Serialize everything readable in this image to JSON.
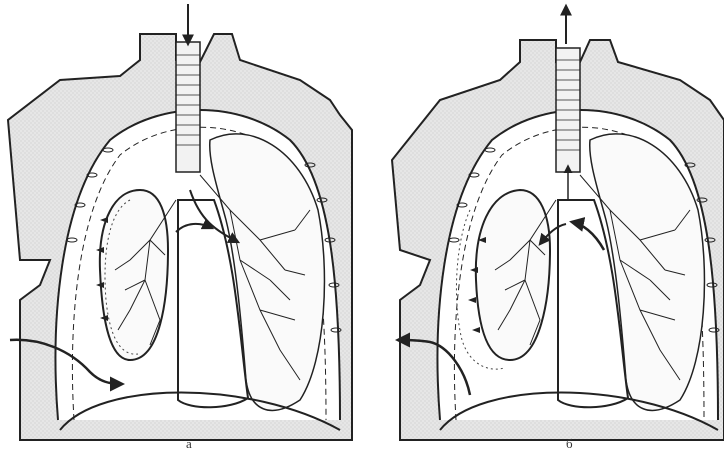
{
  "figure": {
    "panels": [
      {
        "id": "a",
        "label": "а",
        "airflow": "inhale"
      },
      {
        "id": "b",
        "label": "б",
        "airflow": "exhale"
      }
    ]
  },
  "colors": {
    "background": "#ffffff",
    "tissue": "#e6e6e6",
    "tissue_dots": "#b9b9b9",
    "line": "#222222"
  }
}
